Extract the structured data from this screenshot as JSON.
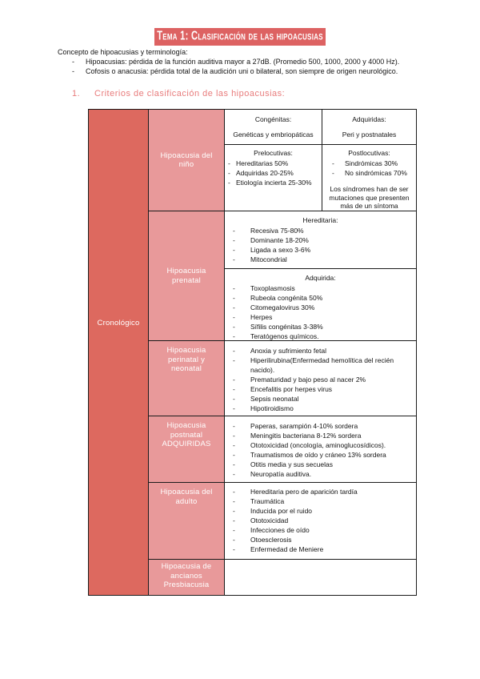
{
  "marks": {
    "dash": "-"
  },
  "colors": {
    "banner": "#dd6262",
    "section_heading": "#e87c7c",
    "criterion_column": "#dd695f",
    "label_column": "#e8999a",
    "table_border": "#1b1b1b"
  },
  "page": {
    "title": "Tema 1: Clasificación de las hipoacusias",
    "intro": {
      "heading": "Concepto de hipoacusias y terminología:",
      "bullets": [
        "Hipoacusias: pérdida de la función auditiva mayor a 27dB. (Promedio 500, 1000, 2000 y 4000 Hz).",
        "Cofosis o anacusia: pérdida total de la audición uni o bilateral, son siempre de origen neurológico."
      ]
    },
    "section": {
      "number": "1.",
      "title": "Criterios de clasificación de las hipoacusias:"
    }
  },
  "table": {
    "criterion": "Cronológico",
    "header": {
      "congenitas_title": "Congénitas:",
      "congenitas_sub": "Genéticas y embriopáticas",
      "adquiridas_title": "Adquiridas:",
      "adquiridas_sub": "Peri y postnatales"
    },
    "nino": {
      "label": "Hipoacusia del niño",
      "pre": {
        "title": "Prelocutivas:",
        "items": [
          "Hereditarias 50%",
          "Adquiridas 20-25%",
          "Etiología incierta 25-30%"
        ]
      },
      "post": {
        "title": "Postlocutivas:",
        "items": [
          "Sindrómicas 30%",
          "No sindrómicas 70%"
        ],
        "note": "Los síndromes han de ser mutaciones que presenten más de un síntoma"
      }
    },
    "prenatal": {
      "label": "Hipoacusia prenatal",
      "hereditaria": {
        "title": "Hereditaria:",
        "items": [
          "Recesiva 75-80%",
          "Dominante 18-20%",
          "Ligada a sexo 3-6%",
          "Mitocondrial"
        ]
      },
      "adquirida": {
        "title": "Adquirida:",
        "items": [
          "Toxoplasmosis",
          "Rubeola congénita 50%",
          "Citomegalovirus 30%",
          "Herpes",
          "Sífilis congénitas 3-38%",
          "Teratógenos químicos."
        ]
      }
    },
    "perinatal": {
      "label": "Hipoacusia perinatal y neonatal",
      "items": [
        "Anoxia y sufrimiento fetal",
        "Hiperilirubina(Enfermedad hemolítica del recién nacido).",
        "Prematuridad y bajo peso al nacer 2%",
        "Encefalitis por herpes virus",
        "Sepsis neonatal",
        "Hipotiroidismo"
      ]
    },
    "postnatal": {
      "label": "Hipoacusia postnatal ADQUIRIDAS",
      "items": [
        "Paperas, sarampión 4-10% sordera",
        "Meningitis bacteriana 8-12% sordera",
        "Ototoxicidad (oncología, aminoglucosídicos).",
        "Traumatismos de oído y cráneo 13% sordera",
        "Otitis media y sus secuelas",
        "Neuropatía auditiva."
      ]
    },
    "adulto": {
      "label": "Hipoacusia del adulto",
      "items": [
        "Hereditaria pero de aparición tardía",
        "Traumática",
        "Inducida por el ruido",
        "Ototoxicidad",
        "Infecciones de oído",
        "Otoesclerosis",
        "Enfermedad de Meniere"
      ]
    },
    "ancianos": {
      "label": "Hipoacusia de ancianos Presbiacusia"
    }
  }
}
